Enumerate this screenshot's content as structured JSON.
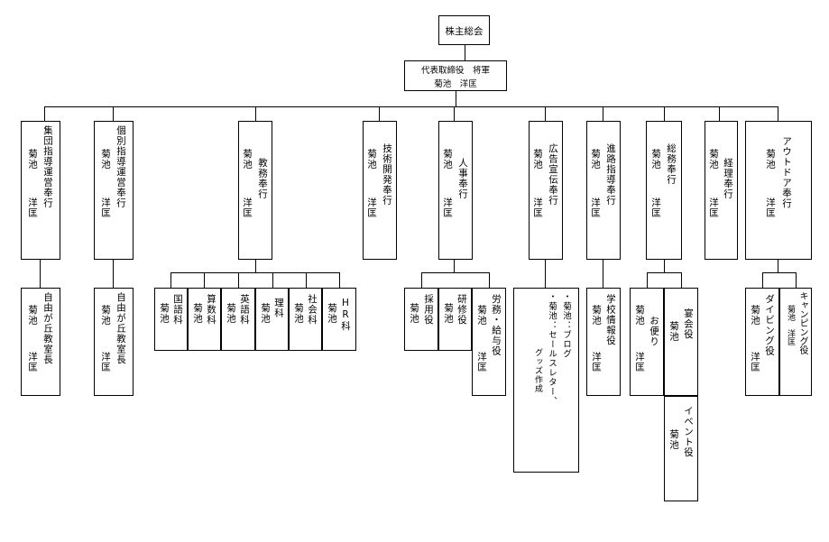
{
  "top": {
    "shareholders": "株主総会",
    "president_title": "代表取締役　将軍",
    "president_name": "菊池　洋匡"
  },
  "name": "菊池",
  "name2": "洋匡",
  "departments": {
    "group": "集団指導運営奉行",
    "individual": "個別指導運営奉行",
    "academic": "教務奉行",
    "tech": "技術開発奉行",
    "hr": "人事奉行",
    "pr": "広告宣伝奉行",
    "career": "進路指導奉行",
    "general": "総務奉行",
    "accounting": "経理奉行",
    "outdoor": "アウトドア奉行"
  },
  "sub": {
    "group_head": "自由が丘教室長",
    "individual_head": "自由が丘教室長",
    "japanese": "国語科",
    "math": "算数科",
    "english": "英語科",
    "science": "理科",
    "social": "社会科",
    "hr_course": "HR科",
    "recruit": "採用役",
    "training": "研修役",
    "labor": "労務・給与役",
    "pr_blog": "・菊池：ブログ",
    "pr_sales": "・菊池：セールスレター、",
    "pr_goods": "グッズ作成",
    "school_info": "学校情報役",
    "mail": "お便り",
    "party": "宴会役",
    "event": "イベント役",
    "diving": "ダイビング役",
    "camping": "キャンピング役",
    "camping_name": "菊池　洋匡"
  }
}
